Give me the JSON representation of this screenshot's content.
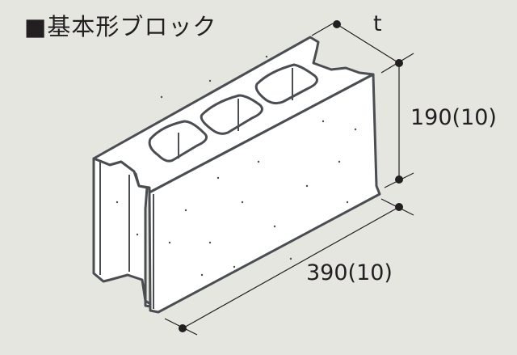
{
  "title": "■基本形ブロック",
  "dimensions": {
    "thickness_label": "t",
    "height_label": "190(10)",
    "length_label": "390(10)"
  },
  "colors": {
    "background": "#e6e6e1",
    "outline": "#4a4d51",
    "text": "#231f20",
    "block_fill": "#ffffff"
  }
}
